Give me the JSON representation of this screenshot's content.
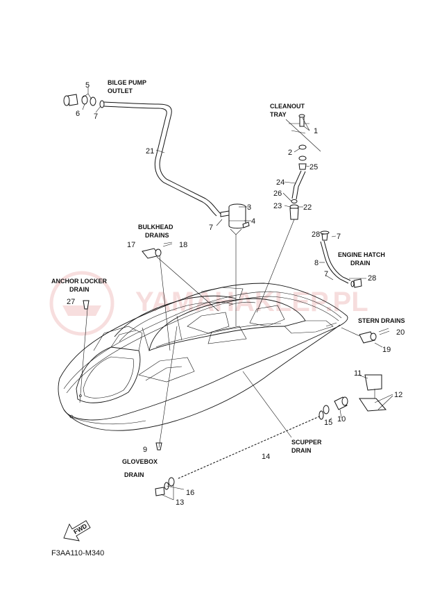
{
  "watermark": "YAMAHAKLEP.PL",
  "diagram_code": "F3AA110-M340",
  "fwd_label": "FWD",
  "labels": {
    "bilge_pump_outlet": [
      "BILGE PUMP",
      "OUTLET"
    ],
    "cleanout_tray": [
      "CLEANOUT",
      "TRAY"
    ],
    "bulkhead_drains": [
      "BULKHEAD",
      "DRAINS"
    ],
    "engine_hatch_drain": [
      "ENGINE HATCH",
      "DRAIN"
    ],
    "anchor_locker_drain": [
      "ANCHOR LOCKER",
      "DRAIN"
    ],
    "stern_drains": "STERN DRAINS",
    "scupper_drain": [
      "SCUPPER",
      "DRAIN"
    ],
    "glovebox_drain": [
      "GLOVEBOX",
      "DRAIN"
    ]
  },
  "part_numbers": {
    "n1": "1",
    "n2": "2",
    "n3": "3",
    "n4": "4",
    "n5": "5",
    "n6": "6",
    "n7a": "7",
    "n7b": "7",
    "n7c": "7",
    "n7d": "7",
    "n8": "8",
    "n9": "9",
    "n10": "10",
    "n11": "11",
    "n12": "12",
    "n13": "13",
    "n14": "14",
    "n15": "15",
    "n16": "16",
    "n17": "17",
    "n18": "18",
    "n19": "19",
    "n20": "20",
    "n21": "21",
    "n22": "22",
    "n23": "23",
    "n24": "24",
    "n25": "25",
    "n26": "26",
    "n27": "27",
    "n28a": "28",
    "n28b": "28"
  }
}
